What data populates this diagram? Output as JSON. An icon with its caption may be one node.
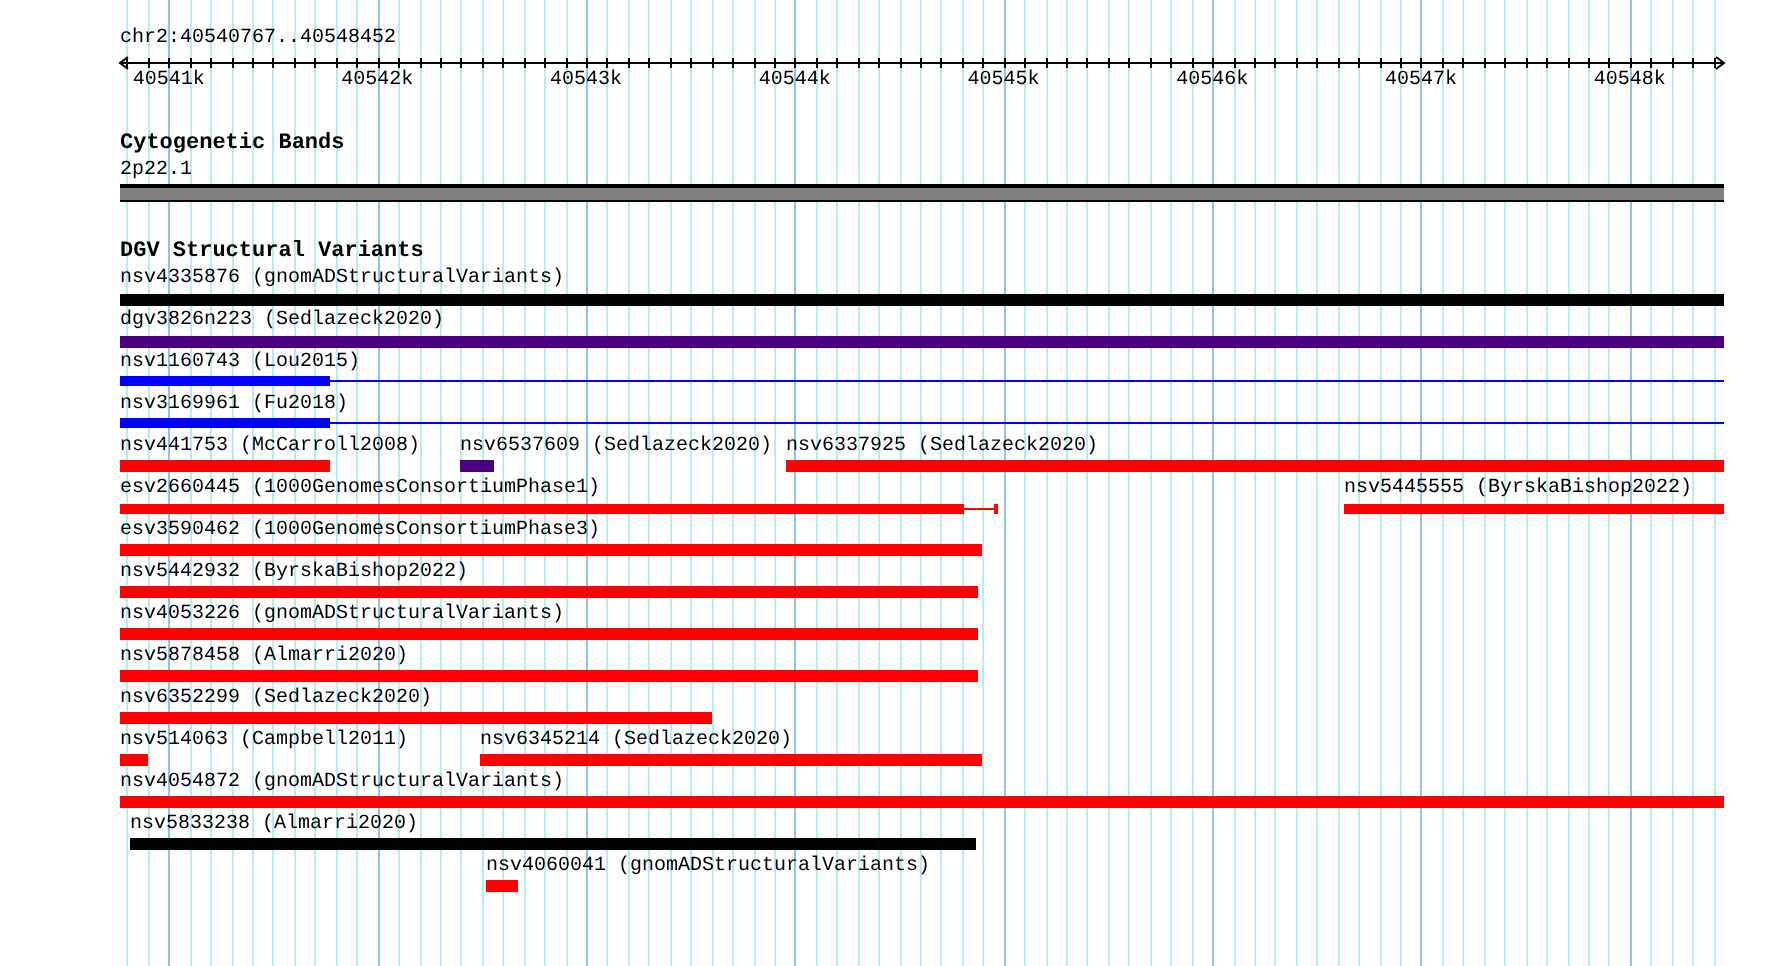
{
  "diagram": {
    "title": "chr2:40540767..40548452",
    "nodes": [
      {
        "text": [
          "2p22.1"
        ]
      },
      {
        "text": [
          "nsv4335876 (gnomADStructuralVariants)"
        ]
      },
      {
        "text": [
          "dgv3826n223 (Sedlazeck2020)"
        ]
      },
      {
        "text": [
          "nsv1160743 (Lou2015)"
        ]
      },
      {
        "text": [
          "nsv3169961 (Fu2018)"
        ]
      },
      {
        "text": [
          "nsv441753 (McCarroll2008)"
        ]
      },
      {
        "text": [
          "nsv6537609 (Sedlazeck2020)"
        ]
      },
      {
        "text": [
          "nsv6337925 (Sedlazeck2020)"
        ]
      },
      {
        "text": [
          "esv2660445 (1000GenomesConsortiumPhase1)"
        ]
      },
      {
        "text": [
          "nsv5445555 (ByrskaBishop2022)"
        ]
      },
      {
        "text": [
          "esv3590462 (1000GenomesConsortiumPhase3)"
        ]
      },
      {
        "text": [
          "nsv5442932 (ByrskaBishop2022)"
        ]
      },
      {
        "text": [
          "nsv4053226 (gnomADStructuralVariants)"
        ]
      },
      {
        "text": [
          "nsv5878458 (Almarri2020)"
        ]
      },
      {
        "text": [
          "nsv6352299 (Sedlazeck2020)"
        ]
      },
      {
        "text": [
          "nsv514063 (Campbell2011)"
        ]
      },
      {
        "text": [
          "nsv6345214 (Sedlazeck2020)"
        ]
      },
      {
        "text": [
          "nsv4054872 (gnomADStructuralVariants)"
        ]
      },
      {
        "text": [
          "nsv5833238 (Almarri2020)"
        ]
      },
      {
        "text": [
          "nsv4060041 (gnomADStructuralVariants)"
        ]
      }
    ],
    "edges": [],
    "labels": [
      "40541k",
      "40542k",
      "40543k",
      "40544k",
      "40545k",
      "40546k",
      "40547k",
      "40548k",
      "Cytogenetic Bands",
      "DGV Structural Variants"
    ]
  }
}
